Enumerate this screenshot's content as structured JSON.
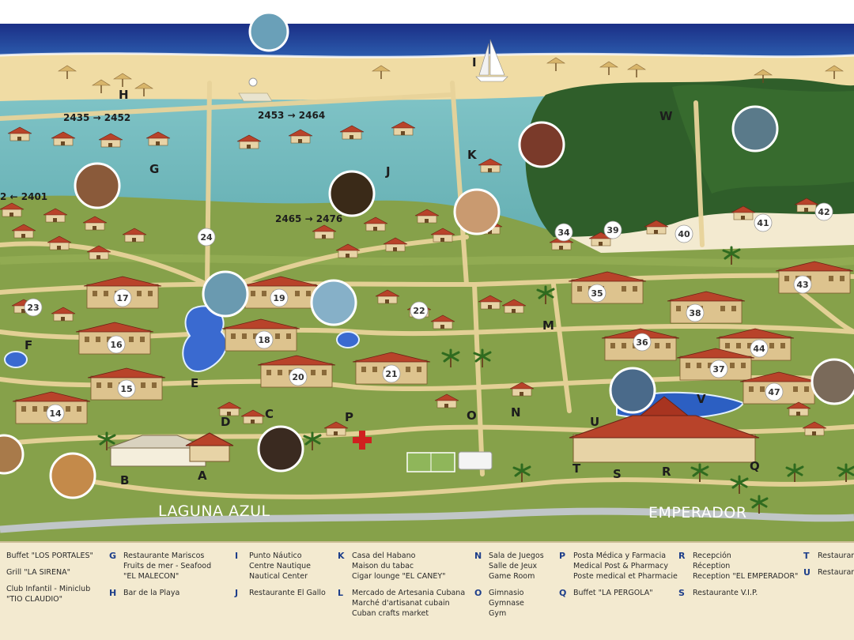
{
  "map": {
    "areas": [
      "LAGUNA AZUL",
      "EMPERADOR"
    ],
    "room_ranges": [
      "2435 → 2452",
      "2453 → 2464",
      "2465 → 2476",
      "2 ← 2401"
    ],
    "bungalow_numbers": [
      "14",
      "15",
      "16",
      "17",
      "18",
      "19",
      "20",
      "21",
      "22",
      "23",
      "24",
      "34",
      "35",
      "36",
      "37",
      "38",
      "39",
      "40",
      "41",
      "42",
      "43",
      "44",
      "47"
    ],
    "letters": [
      "A",
      "B",
      "C",
      "D",
      "E",
      "F",
      "G",
      "H",
      "I",
      "J",
      "K",
      "M",
      "N",
      "O",
      "P",
      "Q",
      "R",
      "S",
      "T",
      "U",
      "V",
      "W"
    ]
  },
  "legend": {
    "col1": [
      {
        "letter": "",
        "text": "Buffet \"LOS PORTALES\""
      },
      {
        "letter": "",
        "text": "Grill \"LA SIRENA\""
      },
      {
        "letter": "",
        "text": "Club Infantil - Miniclub\n\"TIO CLAUDIO\""
      }
    ],
    "col2": [
      {
        "letter": "G",
        "text": "Restaurante Mariscos\nFruits de mer - Seafood\n\"EL MALECON\""
      },
      {
        "letter": "H",
        "text": "Bar de la Playa"
      }
    ],
    "col3": [
      {
        "letter": "I",
        "text": "Punto Náutico\nCentre Nautique\nNautical Center"
      },
      {
        "letter": "J",
        "text": "Restaurante El Gallo"
      }
    ],
    "col4": [
      {
        "letter": "K",
        "text": "Casa del Habano\nMaison du tabac\nCigar lounge \"EL CANEY\""
      },
      {
        "letter": "L",
        "text": "Mercado de Artesania Cubana\nMarché d'artisanat cubain\nCuban crafts market"
      }
    ],
    "col5": [
      {
        "letter": "N",
        "text": "Sala de Juegos\nSalle de Jeux\nGame Room"
      },
      {
        "letter": "O",
        "text": "Gimnasio\nGymnase\nGym"
      }
    ],
    "col6": [
      {
        "letter": "P",
        "text": "Posta Médica y Farmacia\nMedical Post & Pharmacy\nPoste medical et Pharmacie"
      },
      {
        "letter": "Q",
        "text": "Buffet \"LA PERGOLA\""
      }
    ],
    "col7": [
      {
        "letter": "R",
        "text": "Recepción\nRéception\nReception \"EL EMPERADOR\""
      },
      {
        "letter": "S",
        "text": "Restaurante V.I.P."
      }
    ],
    "col8": [
      {
        "letter": "T",
        "text": "Restaurant"
      },
      {
        "letter": "U",
        "text": "Restaurant"
      }
    ]
  }
}
